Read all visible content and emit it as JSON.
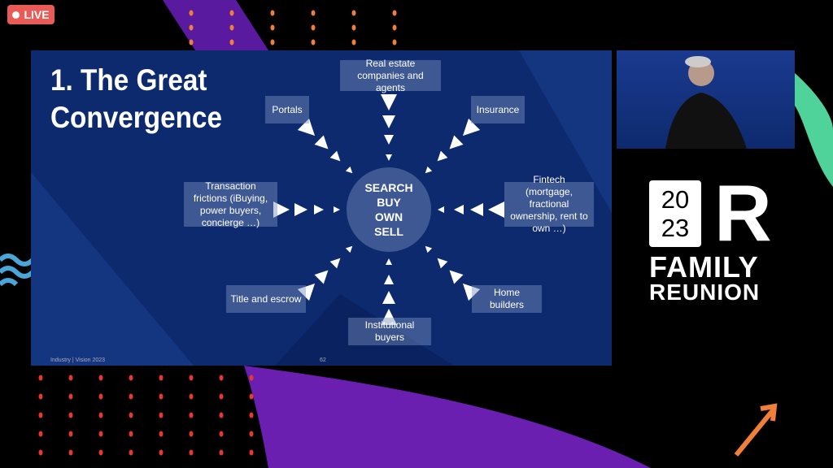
{
  "live_badge": "LIVE",
  "slide": {
    "title_line1": "1. The Great",
    "title_line2": "Convergence",
    "center": [
      "SEARCH",
      "BUY",
      "OWN",
      "SELL"
    ],
    "boxes": {
      "real_estate": "Real estate companies and agents",
      "portals": "Portals",
      "insurance": "Insurance",
      "transaction": "Transaction frictions (iBuying, power buyers, concierge …)",
      "fintech": "Fintech (mortgage, fractional ownership, rent to own …)",
      "title_escrow": "Title and escrow",
      "home_builders": "Home builders",
      "institutional": "Institutional buyers"
    },
    "footer_left": "Industry  |  Vision 2023",
    "page_number": "62"
  },
  "event_logo": {
    "year_top": "20",
    "year_bottom": "23",
    "letter": "R",
    "line1": "FAMILY",
    "line2": "REUNION"
  },
  "colors": {
    "live": "#e85b57",
    "slide_bg": "#0d2a6e",
    "purple": "#6a1fb0"
  }
}
